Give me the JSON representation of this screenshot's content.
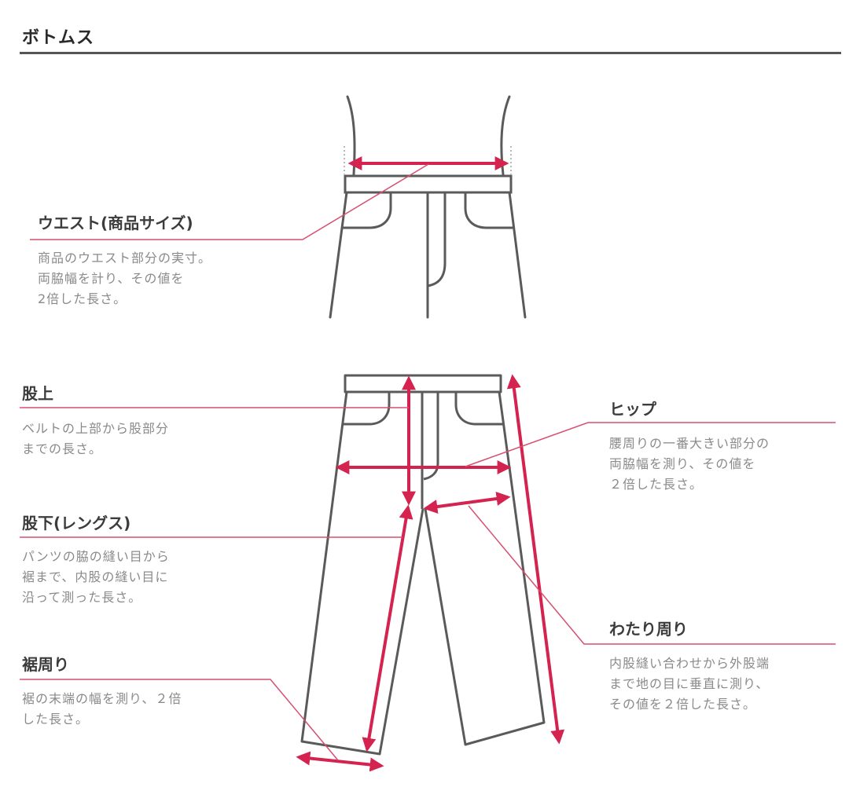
{
  "title": "ボトムス",
  "colors": {
    "accent": "#d4234f",
    "leader": "#d6506f",
    "outline": "#5a5a5a",
    "label": "#3c3c3c",
    "desc": "#8a8a8a"
  },
  "measurements": {
    "waist": {
      "label": "ウエスト(商品サイズ)",
      "desc": [
        "商品のウエスト部分の実寸。",
        "両脇幅を計り、その値を",
        "2倍した長さ。"
      ]
    },
    "rise": {
      "label": "股上",
      "desc": [
        "ベルトの上部から股部分",
        "までの長さ。"
      ]
    },
    "inseam": {
      "label": "股下(レングス)",
      "desc": [
        "パンツの脇の縫い目から",
        "裾まで、内股の縫い目に",
        "沿って測った長さ。"
      ]
    },
    "hem": {
      "label": "裾周り",
      "desc": [
        "裾の末端の幅を測り、２倍",
        "した長さ。"
      ]
    },
    "hip": {
      "label": "ヒップ",
      "desc": [
        "腰周りの一番大きい部分の",
        "両脇幅を測り、その値を",
        "２倍した長さ。"
      ]
    },
    "thigh": {
      "label": "わたり周り",
      "desc": [
        "内股縫い合わせから外股端",
        "まで地の目に垂直に測り、",
        "その値を２倍した長さ。"
      ]
    }
  }
}
